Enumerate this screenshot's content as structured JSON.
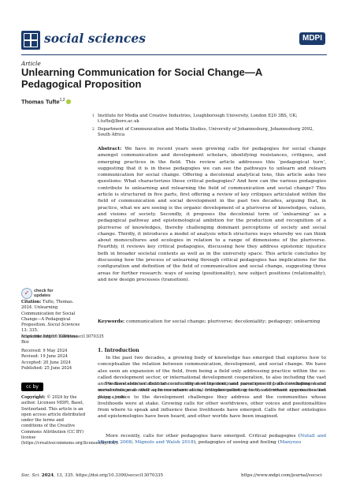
{
  "header": {
    "journal_name": "social sciences",
    "publisher_logo_text": "MDPI",
    "brand_color": "#1b3b6b"
  },
  "article": {
    "type": "Article",
    "title": "Unlearning Communication for Social Change—A Pedagogical Proposition",
    "author_name": "Thomas Tufte",
    "author_sup": "1,2",
    "affiliations": [
      {
        "num": "1",
        "text": "Institute for Media and Creative Industries, Loughborough University, London E20 3BS, UK; t.tufte@lboro.ac.uk"
      },
      {
        "num": "2",
        "text": "Department of Communication and Media Studies, University of Johannesburg, Johannesburg 2092, South Africa"
      }
    ],
    "abstract_label": "Abstract:",
    "abstract_text": " We have in recent years seen growing calls for pedagogies for social change amongst communication and development scholars, identifying resistances, critiques, and emerging practices in the field. This review article addresses this ‘pedagogical turn’, suggesting that it is in these pedagogies we can see the pathways to unlearn and relearn communication for social change. Offering a decolonial analytical lens, this article asks two questions: What characterizes these critical pedagogies? And how can the various pedagogies contribute to unlearning and relearning the field of communication and social change? This article is structured in five parts, first offering a review of key critiques articulated within the field of communication and social development in the past two decades, arguing that, in practice, what we are seeing is the organic development of a pluriverse of knowledges, values, and visions of society. Secondly, it proposes the decolonial term of ‘unlearning’ as a pedagogical pathway and epistemological ambition for the production and recognition of a pluriverse of knowledges, thereby challenging dominant perceptions of society and social change. Thirdly, it introduces a model of analysis which structures ways whereby we can think about monocultures and ecologies in relation to a range of dimensions of the pluriverse. Fourthly, it reviews key critical pedagogies, discussing how they address epistemic injustice both in broader societal contexts as well as in the university space. This article concludes by discussing how the process of unlearning through critical pedagogies has implications for the configuration and definition of the field of communication and social change, suggesting three areas for further research: ways of seeing (positionality), new subject positions (relationality), and new design processes (transition).",
    "keywords_label": "Keywords:",
    "keywords_text": " communication for social change; pluriverse; decoloniality; pedagogy; unlearning",
    "section_heading": "1. Introduction",
    "para1": "In the past two decades, a growing body of knowledge has emerged that explores how to conceptualize the relation between communication, development, and social change. We have also seen an expansion of the field, from being a field only addressing practice within the so-called development sector, or international development cooperation, to also including the vast and well-established field of community development, and more recently, also including social movements and other spheres where social transformation occurs, and where communication plays a role.",
    "para2": "We have seen an abundance of critique of the dominant paradigms in both development and social change as well as in communication, critiques pointing to the dominant approaches not doing justice to the development challenges they address and the communities whose livelihoods were at stake. Growing calls for other worldviews, other voices and positionalities from where to speak and influence these livelihoods have emerged. Calls for other ontologies and epistemologies have been heard, and other worlds have been imagined.",
    "para3_start": "More recently, calls for other pedagogies have emerged. Critical pedagogies (",
    "cite1": "Nutall and Mbembe 2008",
    "sep1": "; ",
    "cite2": "Mignolo and Walsh 2018",
    "para3_mid": "), pedagogies of seeing and feeling (",
    "cite3": "Manyozo"
  },
  "sidebar": {
    "check_label_1": "check for",
    "check_label_2": "updates",
    "citation_label": "Citation:",
    "citation_text": " Tufte, Thomas. 2024. Unlearning Communication for Social Change—A Pedagogical Proposition. ",
    "citation_journal": "Social Sciences",
    "citation_rest": " 13: 335. https://doi.org/10.3390/socsci13070335",
    "editor": "Academic Editor: Valentina Bisi",
    "received": "Received: 9 May 2024",
    "revised": "Revised: 19 June 2024",
    "accepted": "Accepted: 20 June 2024",
    "published": "Published: 25 June 2024",
    "cc_label": "cc by",
    "copyright_label": "Copyright:",
    "copyright_text": " © 2024 by the author. Licensee MDPI, Basel, Switzerland. This article is an open access article distributed under the terms and conditions of the Creative Commons Attribution (CC BY) license (https://creativecommons.org/licenses/by/4.0/)."
  },
  "footer": {
    "left_journal": "Soc. Sci.",
    "left_year": "2024",
    "left_rest": ", 13, 335. https://doi.org/10.3390/socsci13070335",
    "right": "https://www.mdpi.com/journal/socsci"
  }
}
